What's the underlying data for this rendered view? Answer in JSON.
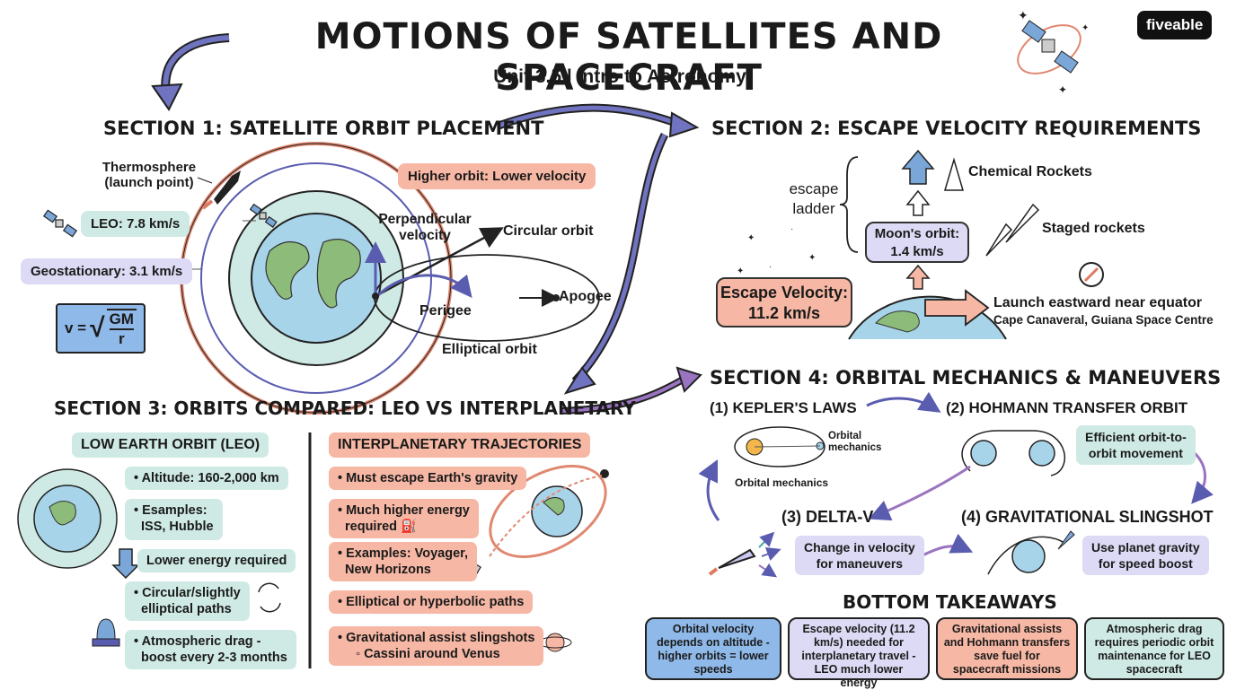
{
  "header": {
    "title": "MOTIONS OF SATELLITES AND SPACECRAFT",
    "subtitle": "Unit 3.5 | Intro to Astronomy",
    "logo": "fiveable"
  },
  "section1": {
    "heading": "SECTION 1: SATELLITE ORBIT PLACEMENT",
    "thermosphere_line1": "Thermosphere",
    "thermosphere_line2": "(launch point)",
    "higher_orbit": "Higher orbit: Lower velocity",
    "leo": "LEO: 7.8 km/s",
    "perp_line1": "Perpendicular",
    "perp_line2": "velocity",
    "circular": "Circular orbit",
    "geo": "Geostationary: 3.1 km/s",
    "apogee": "Apogee",
    "perigee": "Perigee",
    "elliptical": "Elliptical orbit",
    "formula_v": "v =",
    "formula_num": "GM",
    "formula_den": "r"
  },
  "section2": {
    "heading": "SECTION 2: ESCAPE VELOCITY REQUIREMENTS",
    "ladder_line1": "escape",
    "ladder_line2": "ladder",
    "chemical": "Chemical Rockets",
    "staged": "Staged rockets",
    "moon_line1": "Moon's orbit:",
    "moon_line2": "1.4 km/s",
    "escape_line1": "Escape Velocity:",
    "escape_line2": "11.2 km/s",
    "launch": "Launch eastward near equator",
    "sites": "Cape Canaveral, Guiana Space Centre"
  },
  "section3": {
    "heading": "SECTION 3: ORBITS COMPARED: LEO VS INTERPLANETARY",
    "leo_title": "LOW EARTH ORBIT (LEO)",
    "leo_items": [
      "• Altitude: 160-2,000 km",
      "• Esamples:",
      "ISS, Hubble",
      "Lower energy required",
      "• Circular/slightly",
      "elliptical paths",
      "• Atmospheric drag -",
      "boost every 2-3 months"
    ],
    "inter_title": "INTERPLANETARY TRAJECTORIES",
    "inter_items": [
      "• Must escape Earth's gravity",
      "• Much higher energy",
      "required",
      "• Examples: Voyager,",
      "New Horizons",
      "• Elliptical or hyperbolic paths",
      "• Gravitational assist slingshots",
      "◦ Cassini around Venus"
    ]
  },
  "section4": {
    "heading": "SECTION 4: ORBITAL MECHANICS & MANEUVERS",
    "kepler": "(1) KEPLER'S LAWS",
    "hohmann": "(2) HOHMANN TRANSFER ORBIT",
    "orbital_mech1": "Orbital",
    "orbital_mech2": "mechanics",
    "orbital_mech3": "Orbital mechanics",
    "efficient_line1": "Efficient orbit-to-",
    "efficient_line2": "orbit movement",
    "deltav": "(3) DELTA-V",
    "slingshot": "(4) GRAVITATIONAL SLINGSHOT",
    "change_line1": "Change in velocity",
    "change_line2": "for maneuvers",
    "useplanet_line1": "Use planet gravity",
    "useplanet_line2": "for speed boost"
  },
  "takeaways": {
    "heading": "BOTTOM TAKEAWAYS",
    "cards": [
      [
        "Orbital velocity",
        "depends on altitude -",
        "higher orbits = lower",
        "speeds"
      ],
      [
        "Escape velocity (11.2",
        "km/s) needed for",
        "interplanetary travel -",
        "LEO much lower energy"
      ],
      [
        "Gravitational assists",
        "and Hohmann transfers",
        "save fuel for",
        "spacecraft missions"
      ],
      [
        "Atmospheric drag",
        "requires periodic orbit",
        "maintenance for LEO",
        "spacecraft"
      ]
    ]
  },
  "colors": {
    "teal": "#cfeae4",
    "lavender": "#dcdaf4",
    "salmon": "#f6b7a4",
    "blue": "#8fb9e8",
    "arrow": "#6d6fb8"
  }
}
